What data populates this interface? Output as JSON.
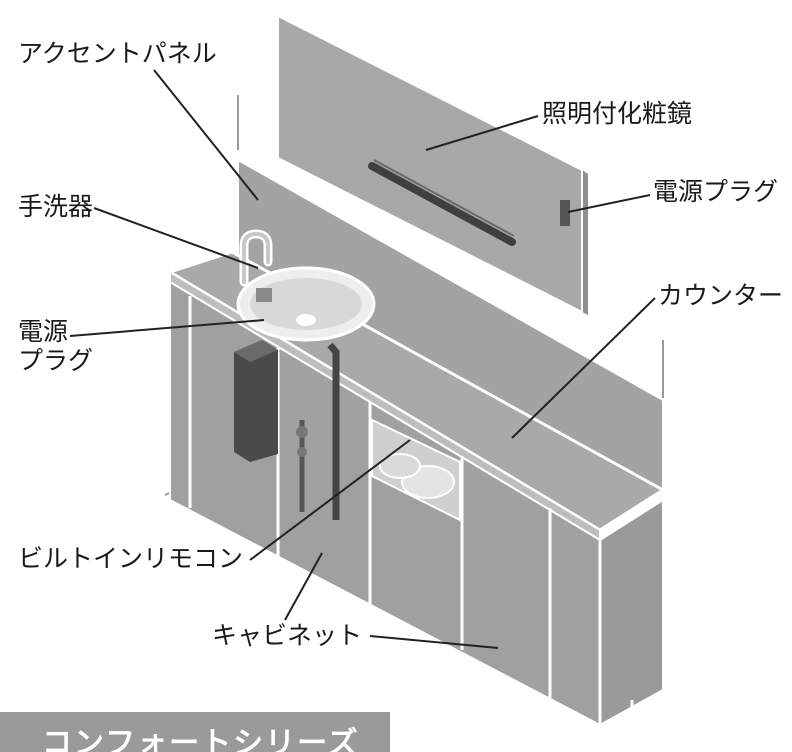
{
  "labels": {
    "accent_panel": "アクセントパネル",
    "lighted_mirror": "照明付化粧鏡",
    "power_plug_top": "電源プラグ",
    "hand_washer": "手洗器",
    "power_plug_left_line1": "電源",
    "power_plug_left_line2": "プラグ",
    "counter": "カウンター",
    "builtin_remote": "ビルトインリモコン",
    "cabinet": "キャビネット"
  },
  "banner": {
    "text": "コンフォートシリーズ"
  },
  "colors": {
    "panel_gray": "#a3a3a3",
    "mirror_gray": "#a8a8a8",
    "counter_gray": "#a9a9a9",
    "cabinet_gray": "#a0a0a0",
    "edge_white": "#ffffff",
    "line_dark": "#222222",
    "heater_dark": "#4a4a4a",
    "banner_gray": "#9a9a9a"
  }
}
